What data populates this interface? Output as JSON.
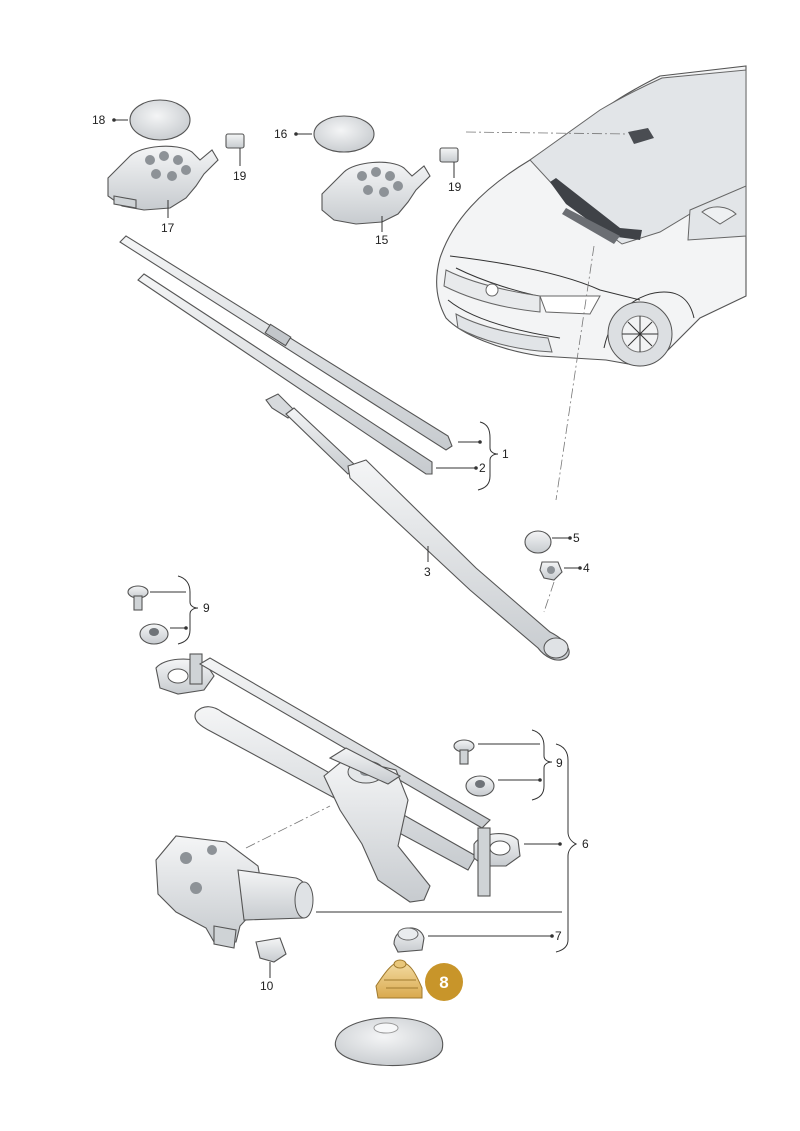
{
  "callouts": {
    "c1": "1",
    "c2": "2",
    "c3": "3",
    "c4": "4",
    "c5": "5",
    "c6": "6",
    "c7": "7",
    "c8": "8",
    "c9a": "9",
    "c9b": "9",
    "c10": "10",
    "c15": "15",
    "c16": "16",
    "c17": "17",
    "c18": "18",
    "c19a": "19",
    "c19b": "19"
  },
  "colors": {
    "part_fill": "#e6e8ea",
    "part_shade": "#c9cdd1",
    "car_fill": "#f2f3f4",
    "highlight_badge": "#c8952a",
    "highlight_part": "#e9c77a"
  },
  "icons": {
    "highlight_marker": "numbered-circle-badge"
  }
}
